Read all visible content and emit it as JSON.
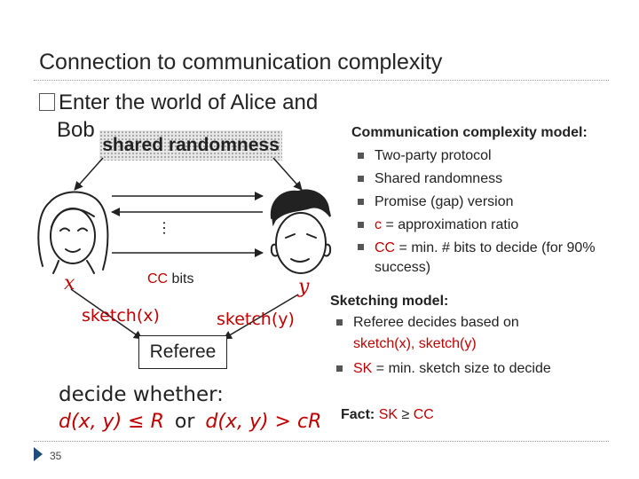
{
  "slide": {
    "title": "Connection to communication complexity",
    "bullet_line1": "Enter the world of Alice and",
    "bullet_line2": "Bob",
    "page_number": "35"
  },
  "diagram": {
    "shared_randomness": "shared randomness",
    "cc_bits_prefix": "CC",
    "cc_bits_suffix": " bits",
    "alice_label": "x",
    "bob_label": "y",
    "sketch_x": "sketch(x)",
    "sketch_y": "sketch(y)",
    "referee": "Referee",
    "ellipsis": "…",
    "decide": "decide whether:",
    "cond_left": "d(x, y) ≤ R",
    "cond_or": "or",
    "cond_right": "d(x, y) > cR"
  },
  "cc_model": {
    "heading": "Communication complexity model:",
    "items": {
      "i0": "Two-party protocol",
      "i1": "Shared randomness",
      "i2": "Promise (gap) version",
      "i3_red": "c",
      "i3_rest": " = approximation ratio",
      "i4_red": "CC",
      "i4_rest": " = min. # bits to decide (for 90% success)"
    }
  },
  "sketch_model": {
    "heading": "Sketching model:",
    "item1_line1": "Referee decides based on",
    "item1_line2": "sketch(x), sketch(y)",
    "item2_red": "SK",
    "item2_rest": " = min. sketch size to decide"
  },
  "fact": {
    "label": "Fact:",
    "sk": "SK",
    "relation": " ≥ ",
    "cc": "CC"
  },
  "colors": {
    "accent_red": "#c00000",
    "text": "#222222",
    "rule": "#9a9a9a"
  }
}
